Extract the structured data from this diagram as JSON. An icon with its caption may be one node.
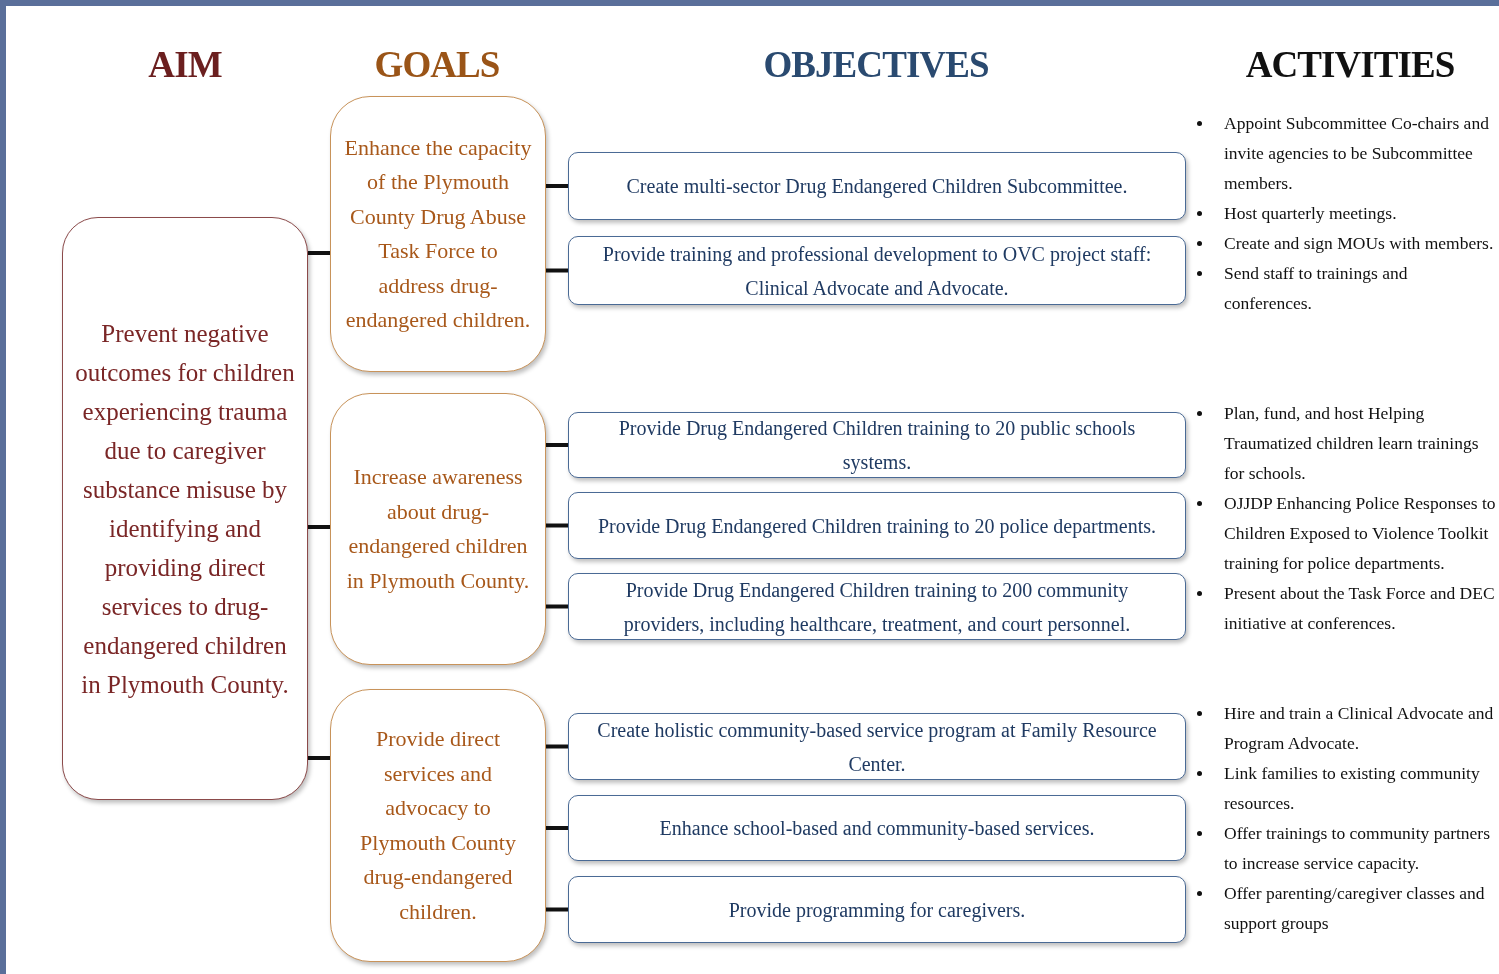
{
  "diagram": {
    "nodes": [
      {
        "text": [
          "Prevent negative outcomes for children experiencing trauma due to caregiver substance misuse by identifying and providing direct services to drug-endangered children in Plymouth County."
        ]
      },
      {
        "text": [
          "Enhance the capacity of the Plymouth County Drug Abuse Task Force to address drug-endangered children."
        ]
      },
      {
        "text": [
          "Increase awareness about drug-endangered children in Plymouth County."
        ]
      },
      {
        "text": [
          "Provide direct services and advocacy to Plymouth County drug-endangered children."
        ]
      },
      {
        "text": [
          "Create multi-sector Drug Endangered Children Subcommittee."
        ]
      },
      {
        "text": [
          "Provide training and professional development to OVC project staff: Clinical Advocate and Advocate."
        ]
      },
      {
        "text": [
          "Provide Drug Endangered Children training to 20 public schools systems."
        ]
      },
      {
        "text": [
          "Provide Drug Endangered Children training to 20 police departments."
        ]
      },
      {
        "text": [
          "Provide Drug Endangered Children training to 200 community providers, including healthcare, treatment, and court personnel."
        ]
      },
      {
        "text": [
          "Create holistic community-based service program at Family Resource Center."
        ]
      },
      {
        "text": [
          "Enhance school-based and community-based services."
        ]
      },
      {
        "text": [
          "Provide programming for caregivers."
        ]
      }
    ],
    "edges": [
      {
        "from": 0,
        "to": 1,
        "arrow": "none"
      },
      {
        "from": 0,
        "to": 2,
        "arrow": "none"
      },
      {
        "from": 0,
        "to": 3,
        "arrow": "none"
      },
      {
        "from": 1,
        "to": 4,
        "arrow": "none"
      },
      {
        "from": 1,
        "to": 5,
        "arrow": "none"
      },
      {
        "from": 2,
        "to": 6,
        "arrow": "none"
      },
      {
        "from": 2,
        "to": 7,
        "arrow": "none"
      },
      {
        "from": 2,
        "to": 8,
        "arrow": "none"
      },
      {
        "from": 3,
        "to": 9,
        "arrow": "none"
      },
      {
        "from": 3,
        "to": 10,
        "arrow": "none"
      },
      {
        "from": 3,
        "to": 11,
        "arrow": "none"
      }
    ],
    "labels": [
      "AIM",
      "GOALS",
      "OBJECTIVES",
      "ACTIVITIES",
      "Appoint Subcommittee Co-chairs and invite agencies to be Subcommittee members.",
      "Host quarterly meetings.",
      "Create and sign MOUs with members.",
      "Send staff to trainings and conferences.",
      "Plan, fund, and host Helping Traumatized children learn trainings for schools.",
      "OJJDP Enhancing Police Responses to Children Exposed to Violence Toolkit training for police departments.",
      "Present about the Task Force and DEC initiative at conferences.",
      "Hire and train a Clinical Advocate and Program Advocate.",
      "Link families to existing community resources.",
      "Offer trainings to community partners to increase service capacity.",
      "Offer parenting/caregiver classes and support groups"
    ]
  }
}
